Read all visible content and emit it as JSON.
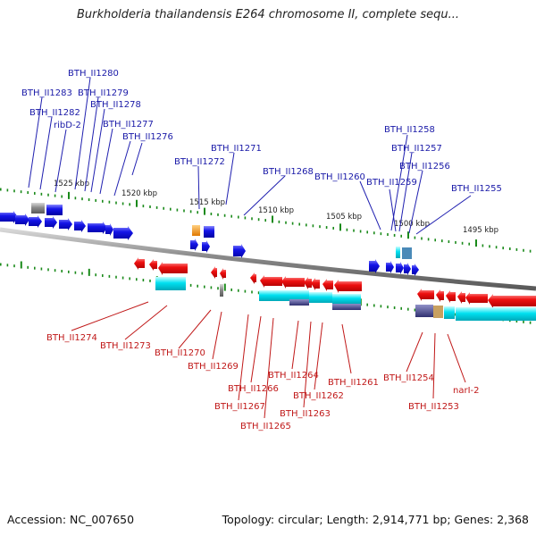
{
  "title": "Burkholderia thailandensis E264 chromosome II, complete sequ...",
  "footer": {
    "accession": "Accession: NC_007650",
    "summary": "Topology: circular; Length: 2,914,771 bp; Genes: 2,368"
  },
  "scale_labels": [
    "1525 kbp",
    "1520 kbp",
    "1515 kbp",
    "1510 kbp",
    "1505 kbp",
    "1500 kbp",
    "1495 kbp"
  ],
  "top_genes": [
    "BTH_II1280",
    "BTH_II1283",
    "BTH_II1279",
    "BTH_II1282",
    "BTH_II1278",
    "ribD-2",
    "BTH_II1277",
    "BTH_II1276",
    "BTH_II1271",
    "BTH_II1272",
    "BTH_II1268",
    "BTH_II1260",
    "BTH_II1258",
    "BTH_II1257",
    "BTH_II1256",
    "BTH_II1259",
    "BTH_II1255"
  ],
  "bottom_genes": [
    "BTH_II1274",
    "BTH_II1273",
    "BTH_II1270",
    "BTH_II1269",
    "BTH_II1266",
    "BTH_II1267",
    "BTH_II1265",
    "BTH_II1264",
    "BTH_II1262",
    "BTH_II1263",
    "BTH_II1261",
    "BTH_II1254",
    "BTH_II1253",
    "narI-2"
  ],
  "colors": {
    "forward": "#1010e0",
    "reverse": "#e01010",
    "feature": "#00d8e8",
    "backbone": "#888888",
    "ticks": "#1a8a1a"
  }
}
